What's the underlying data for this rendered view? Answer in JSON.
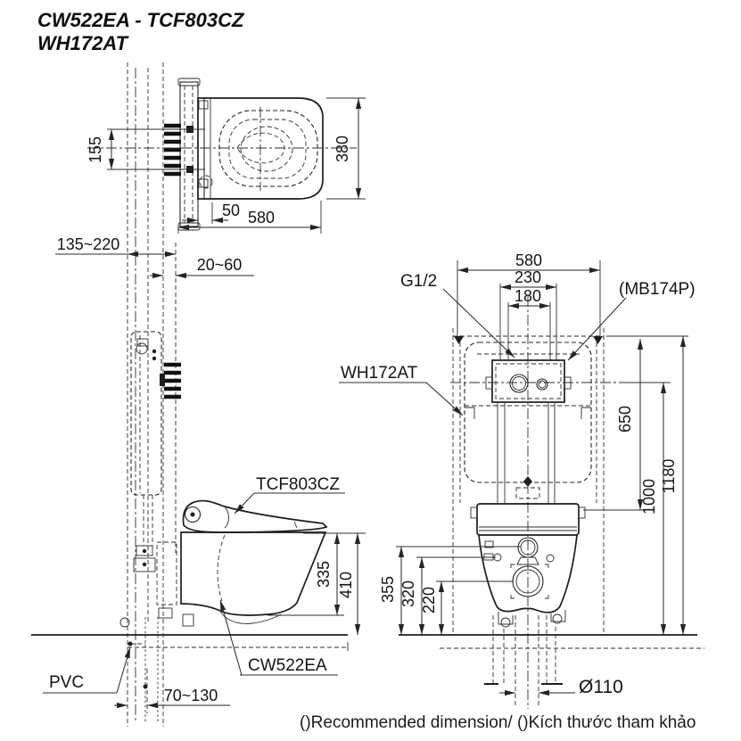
{
  "title": {
    "line1": "CW522EA - TCF803CZ",
    "line2": "WH172AT"
  },
  "top_view": {
    "dim_bolt_pitch": "155",
    "dim_width": "380",
    "dim_hinge": "50",
    "dim_depth": "580"
  },
  "side_view": {
    "dim_wall_range": "135~220",
    "dim_panel_range": "20~60",
    "label_washlet": "TCF803CZ",
    "dim_bowl_height": "335",
    "dim_rim_height": "410",
    "label_bowl": "CW522EA",
    "label_pipe": "PVC",
    "dim_drain_offset": "70~130"
  },
  "front_view": {
    "dim_frame_width": "580",
    "dim_mount_230": "230",
    "dim_mount_180": "180",
    "label_supply": "G1/2",
    "label_plate": "(MB174P)",
    "label_tank": "WH172AT",
    "dim_supply_h": "650",
    "dim_plate_h": "1000",
    "dim_frame_h": "1180",
    "dim_355": "355",
    "dim_320": "320",
    "dim_220": "220",
    "dim_outlet_dia": "Ø110"
  },
  "footnote": "()Recommended dimension/ ()Kích thước tham khảo",
  "colors": {
    "line": "#242424",
    "text": "#141414",
    "background": "#ffffff"
  }
}
